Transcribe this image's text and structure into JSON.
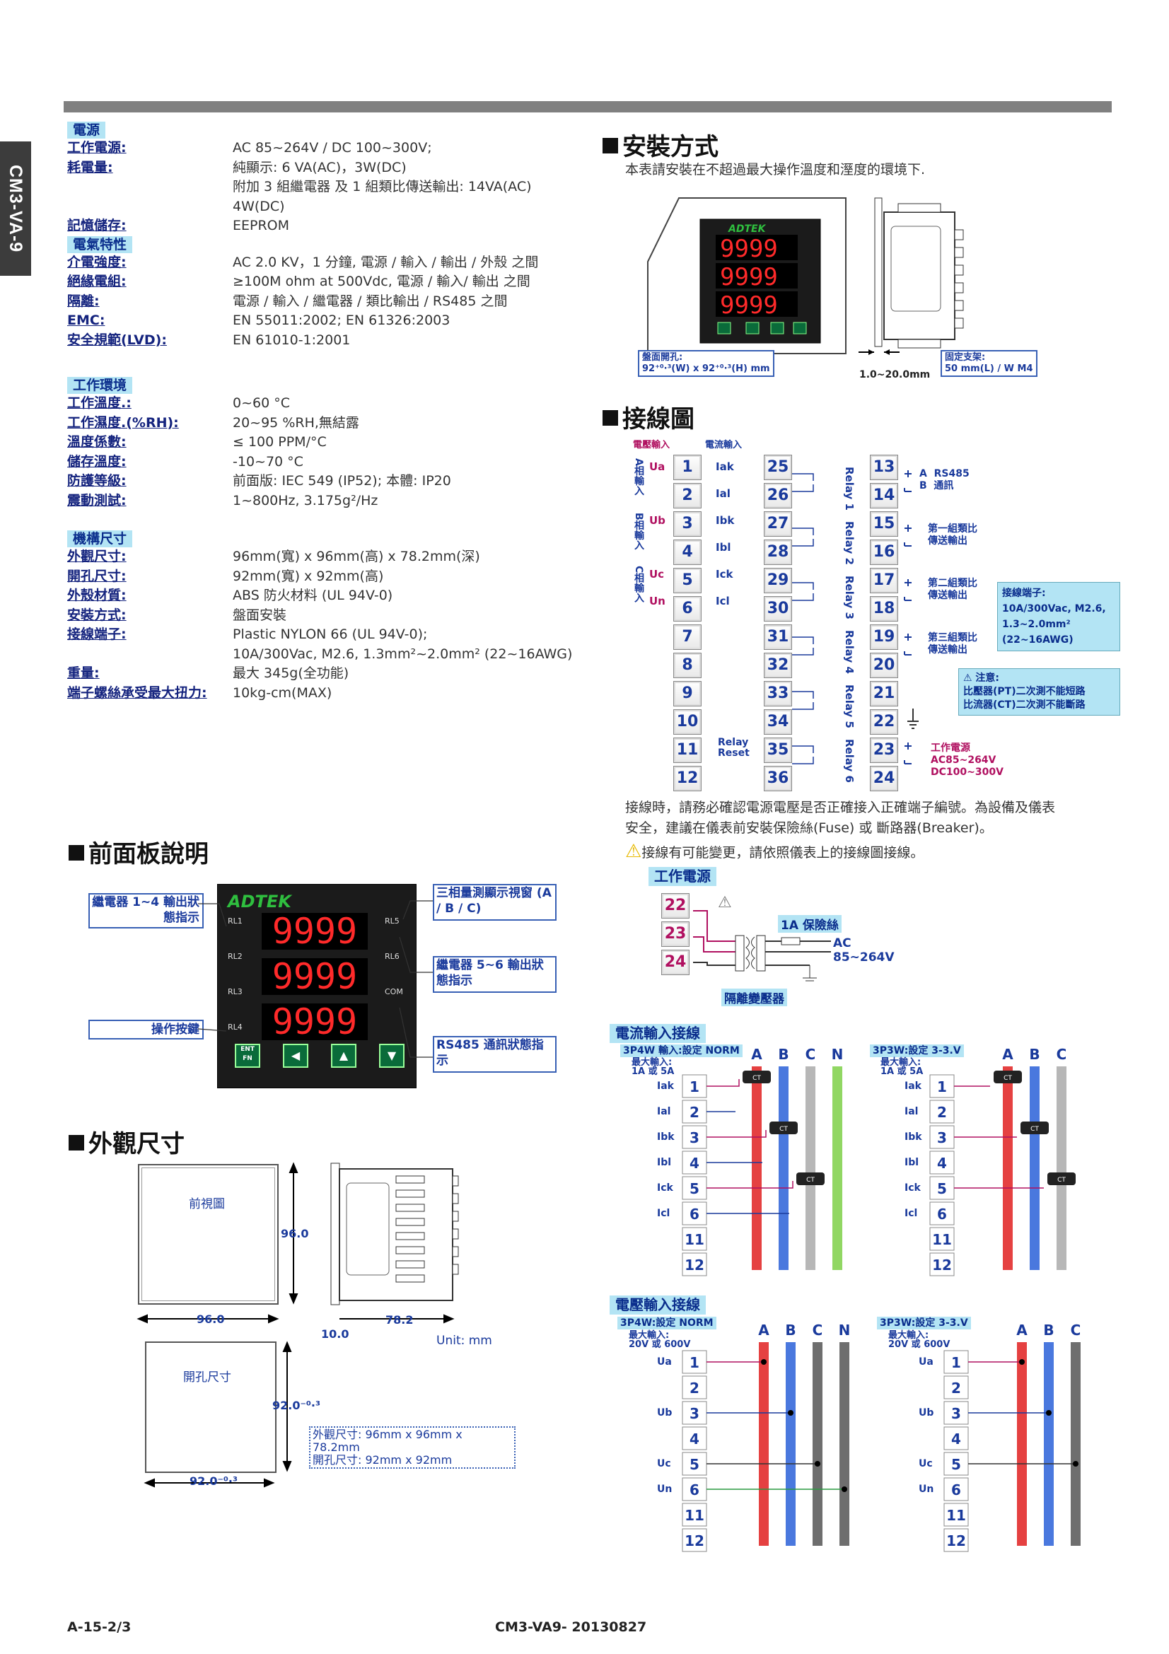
{
  "side_tab": "CM3-VA-9",
  "power": {
    "header": "電源",
    "rows": [
      {
        "label": "工作電源:",
        "value": "AC 85~264V / DC 100~300V;"
      },
      {
        "label": "耗電量:",
        "value": "純顯示: 6 VA(AC)，3W(DC)"
      },
      {
        "label": "",
        "value": "附加 3 組繼電器 及 1 組類比傳送輸出: 14VA(AC)"
      },
      {
        "label": "",
        "value": "4W(DC)"
      },
      {
        "label": "記憶儲存:",
        "value": "EEPROM"
      }
    ]
  },
  "electrical": {
    "header": "電氣特性",
    "rows": [
      {
        "label": "介電強度:",
        "value": "AC 2.0 KV，1 分鐘, 電源 / 輸入 / 輸出 / 外殼 之間"
      },
      {
        "label": "絕緣電組:",
        "value": "≥100M ohm at 500Vdc, 電源 / 輸入/ 輸出 之間"
      },
      {
        "label": "隔離:",
        "value": "電源 / 輸入 / 繼電器 / 類比輸出 / RS485 之間"
      },
      {
        "label": "EMC:",
        "value": "EN 55011:2002; EN 61326:2003"
      },
      {
        "label": "安全規範(LVD):",
        "value": "EN 61010-1:2001"
      }
    ]
  },
  "environment": {
    "header": "工作環境",
    "rows": [
      {
        "label": "工作溫度.:",
        "value": "0~60 °C"
      },
      {
        "label": "工作濕度.(%RH):",
        "value": "20~95 %RH,無結露"
      },
      {
        "label": "溫度係數:",
        "value": "≤ 100 PPM/°C"
      },
      {
        "label": "儲存溫度:",
        "value": "-10~70 °C"
      },
      {
        "label": "防護等級:",
        "value": "前面版: IEC 549 (IP52); 本體: IP20"
      },
      {
        "label": "震動測試:",
        "value": "1~800Hz, 3.175g²/Hz"
      }
    ]
  },
  "mechanical": {
    "header": "機構尺寸",
    "rows": [
      {
        "label": "外觀尺寸:",
        "value": "96mm(寬) x 96mm(高) x 78.2mm(深)"
      },
      {
        "label": "開孔尺寸:",
        "value": "92mm(寬) x 92mm(高)"
      },
      {
        "label": "外殼材質:",
        "value": "ABS 防火材料 (UL 94V-0)"
      },
      {
        "label": "安裝方式:",
        "value": "盤面安裝"
      },
      {
        "label": "接線端子:",
        "value": "Plastic NYLON 66 (UL 94V-0);"
      },
      {
        "label": "",
        "value": "10A/300Vac, M2.6, 1.3mm²~2.0mm² (22~16AWG)"
      },
      {
        "label": "重量:",
        "value": "最大 345g(全功能)"
      },
      {
        "label": "端子螺絲承受最大扭力:",
        "value": "10kg-cm(MAX)"
      }
    ]
  },
  "install": {
    "title": "安裝方式",
    "desc": "本表請安裝在不超過最大操作溫度和溼度的環境下.",
    "cutout_label": "盤面開孔:",
    "cutout_value": "92⁺⁰·³(W) x 92⁺⁰·³(H) mm",
    "thickness": "1.0~20.0mm",
    "bracket_label": "固定支架:",
    "bracket_value": "50 mm(L) / W M4"
  },
  "wiring": {
    "title": "接線圖",
    "voltage_in": "電壓輸入",
    "current_in": "電流輸入",
    "phase_a": "A相輸入",
    "phase_b": "B相輸入",
    "phase_c": "C相輸入",
    "left_labels": [
      "Ua",
      "",
      "Ub",
      "",
      "Uc",
      "Un"
    ],
    "mid_labels": [
      "Iak",
      "Ial",
      "Ibk",
      "Ibl",
      "Ick",
      "Icl"
    ],
    "col1": [
      "1",
      "2",
      "3",
      "4",
      "5",
      "6",
      "7",
      "8",
      "9",
      "10",
      "11",
      "12"
    ],
    "col2": [
      "25",
      "26",
      "27",
      "28",
      "29",
      "30",
      "31",
      "32",
      "33",
      "34",
      "35",
      "36"
    ],
    "col3": [
      "13",
      "14",
      "15",
      "16",
      "17",
      "18",
      "19",
      "20",
      "21",
      "22",
      "23",
      "24"
    ],
    "relays": [
      "Relay 1",
      "Relay 2",
      "Relay 3",
      "Relay 4",
      "Relay 5",
      "Relay 6"
    ],
    "relay_reset": "Relay Reset",
    "rs485_a": "A",
    "rs485_b": "B",
    "rs485": "RS485",
    "comm": "通訊",
    "analog1": "第一組類比傳送輸出",
    "analog2": "第二組類比傳送輸出",
    "analog3": "第三組類比傳送輸出",
    "terminal_box": [
      "接線端子:",
      "10A/300Vac, M2.6,",
      "1.3~2.0mm²",
      "(22~16AWG)"
    ],
    "caution_box": [
      "注意:",
      "比壓器(PT)二次測不能短路",
      "比流器(CT)二次測不能斷路"
    ],
    "power_label": "工作電源",
    "power_ac": "AC85~264V",
    "power_dc": "DC100~300V",
    "note1": "接線時，請務必確認電源電壓是否正確接入正確端子編號。為設備及儀表",
    "note2": "安全，建議在儀表前安裝保險絲(Fuse) 或 斷路器(Breaker)。",
    "note3": "接線有可能變更，請依照儀表上的接線圖接線。"
  },
  "power_wiring": {
    "header": "工作電源",
    "terminals": [
      "22",
      "23",
      "24"
    ],
    "fuse": "1A 保險絲",
    "ac": "AC",
    "ac_range": "85~264V",
    "transformer": "隔離變壓器"
  },
  "current_wiring": {
    "header": "電流輸入接線",
    "left": {
      "mode": "3P4W 輸入:設定 NORM",
      "max1": "最大輸入:",
      "max2": "1A 或 5A",
      "phases": [
        "A",
        "B",
        "C",
        "N"
      ]
    },
    "right": {
      "mode": "3P3W:設定 3-3.V",
      "max1": "最大輸入:",
      "max2": "1A 或 5A",
      "phases": [
        "A",
        "B",
        "C"
      ]
    },
    "terms": [
      "1",
      "2",
      "3",
      "4",
      "5",
      "6",
      "11",
      "12"
    ],
    "ct": "CT"
  },
  "voltage_wiring": {
    "header": "電壓輸入接線",
    "left": {
      "mode": "3P4W:設定 NORM",
      "max1": "最大輸入:",
      "max2": "20V 或 600V",
      "phases": [
        "A",
        "B",
        "C",
        "N"
      ]
    },
    "right": {
      "mode": "3P3W:設定 3-3.V",
      "max1": "最大輸入:",
      "max2": "20V 或 600V",
      "phases": [
        "A",
        "B",
        "C"
      ]
    }
  },
  "front_panel": {
    "title": "前面板說明",
    "relay14": "繼電器 1~4 輸出狀態指示",
    "keys": "操作按鍵",
    "window": "三相量測顯示視窗 (A / B / C)",
    "relay56": "繼電器 5~6 輸出狀態指示",
    "rs485": "RS485 通訊狀態指示",
    "brand": "ADTEK",
    "display": [
      "9999",
      "9999",
      "9999"
    ],
    "leds_left": [
      "RL1",
      "RL2",
      "RL3",
      "RL4"
    ],
    "leds_right": [
      "RL5",
      "RL6",
      "COM"
    ],
    "buttons": [
      "ENT FN",
      "◀",
      "▲",
      "▼"
    ]
  },
  "dimensions": {
    "title": "外觀尺寸",
    "front_view": "前視圖",
    "height": "96.0",
    "width": "96.0",
    "depth": "78.2",
    "bezel": "10.0",
    "unit": "Unit: mm",
    "cutout_view": "開孔尺寸",
    "cut_h": "92.0⁻⁰·³",
    "cut_w": "92.0⁻⁰·³",
    "summary1": "外觀尺寸: 96mm x 96mm x 78.2mm",
    "summary2": "開孔尺寸: 92mm x 92mm"
  },
  "footer": {
    "page": "A-15-2/3",
    "doc": "CM3-VA9- 20130827"
  }
}
